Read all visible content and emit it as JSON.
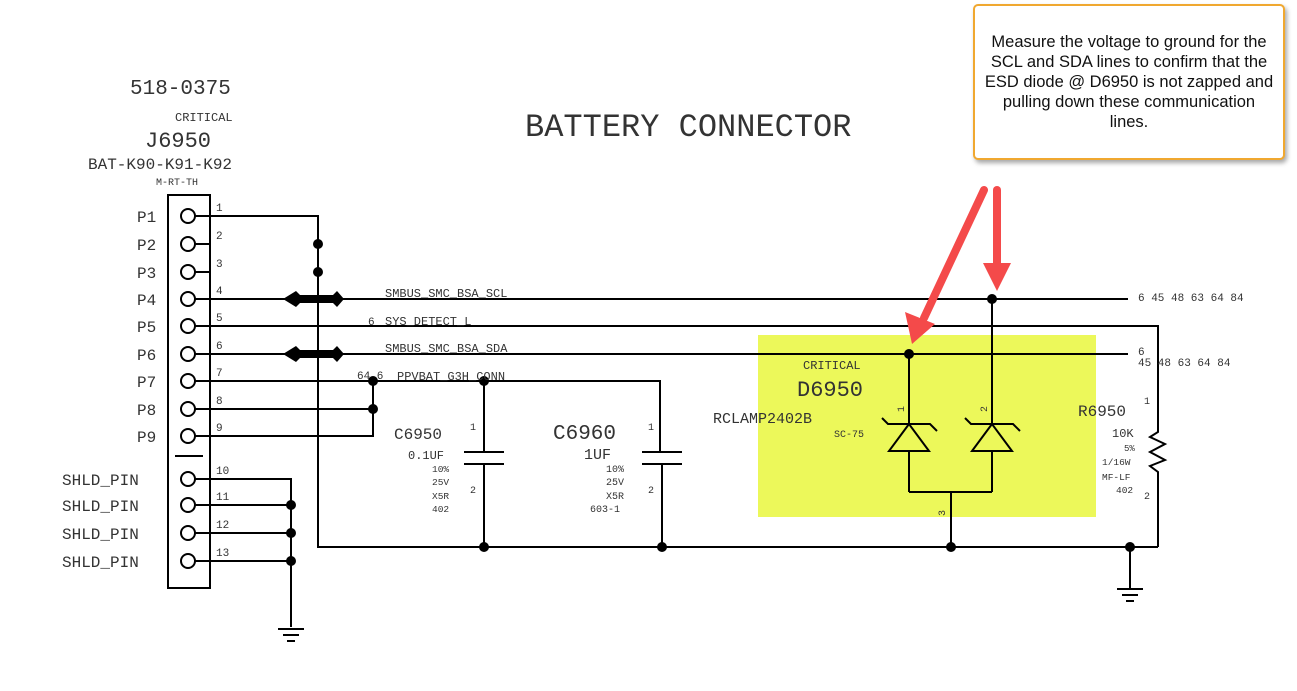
{
  "title": "BATTERY CONNECTOR",
  "connector": {
    "part_number": "518-0375",
    "critical_label": "CRITICAL",
    "refdes": "J6950",
    "value": "BAT-K90-K91-K92",
    "package": "M-RT-TH",
    "pins": [
      {
        "name": "P1",
        "number": "1"
      },
      {
        "name": "P2",
        "number": "2"
      },
      {
        "name": "P3",
        "number": "3"
      },
      {
        "name": "P4",
        "number": "4"
      },
      {
        "name": "P5",
        "number": "5"
      },
      {
        "name": "P6",
        "number": "6"
      },
      {
        "name": "P7",
        "number": "7"
      },
      {
        "name": "P8",
        "number": "8"
      },
      {
        "name": "P9",
        "number": "9"
      },
      {
        "name": "SHLD_PIN",
        "number": "10"
      },
      {
        "name": "SHLD_PIN",
        "number": "11"
      },
      {
        "name": "SHLD_PIN",
        "number": "12"
      },
      {
        "name": "SHLD_PIN",
        "number": "13"
      }
    ]
  },
  "nets": {
    "scl": {
      "name": "SMBUS_SMC_BSA_SCL",
      "page_refs": "6 45 48 63 64 84"
    },
    "sys_detect": {
      "prefix": "6",
      "name": "SYS_DETECT_L"
    },
    "sda": {
      "name": "SMBUS_SMC_BSA_SDA",
      "page_ref_top": "6",
      "page_refs": "45 48 63 64 84"
    },
    "ppvbat": {
      "prefix": "64 6",
      "name": "PPVBAT_G3H_CONN"
    }
  },
  "capacitors": [
    {
      "refdes": "C6950",
      "value": "0.1UF",
      "tolerance": "10%",
      "voltage": "25V",
      "dielectric": "X5R",
      "package": "402",
      "pin1": "1",
      "pin2": "2"
    },
    {
      "refdes": "C6960",
      "value": "1UF",
      "tolerance": "10%",
      "voltage": "25V",
      "dielectric": "X5R",
      "package": "603-1",
      "pin1": "1",
      "pin2": "2"
    }
  ],
  "diode": {
    "critical_label": "CRITICAL",
    "refdes": "D6950",
    "part": "RCLAMP2402B",
    "package": "SC-75",
    "pin1": "1",
    "pin2": "2",
    "pin3": "3",
    "highlight_color": "#ecf85a"
  },
  "resistor": {
    "refdes": "R6950",
    "value": "10K",
    "tolerance": "5%",
    "power": "1/16W",
    "type": "MF-LF",
    "package": "402",
    "pin1": "1",
    "pin2": "2"
  },
  "annotation": {
    "text": "Measure the voltage to ground for the SCL and SDA lines to confirm that the ESD diode @ D6950 is not zapped and pulling down these communication lines.",
    "border_color": "#f0a830",
    "arrow_color": "#f44a4a"
  }
}
